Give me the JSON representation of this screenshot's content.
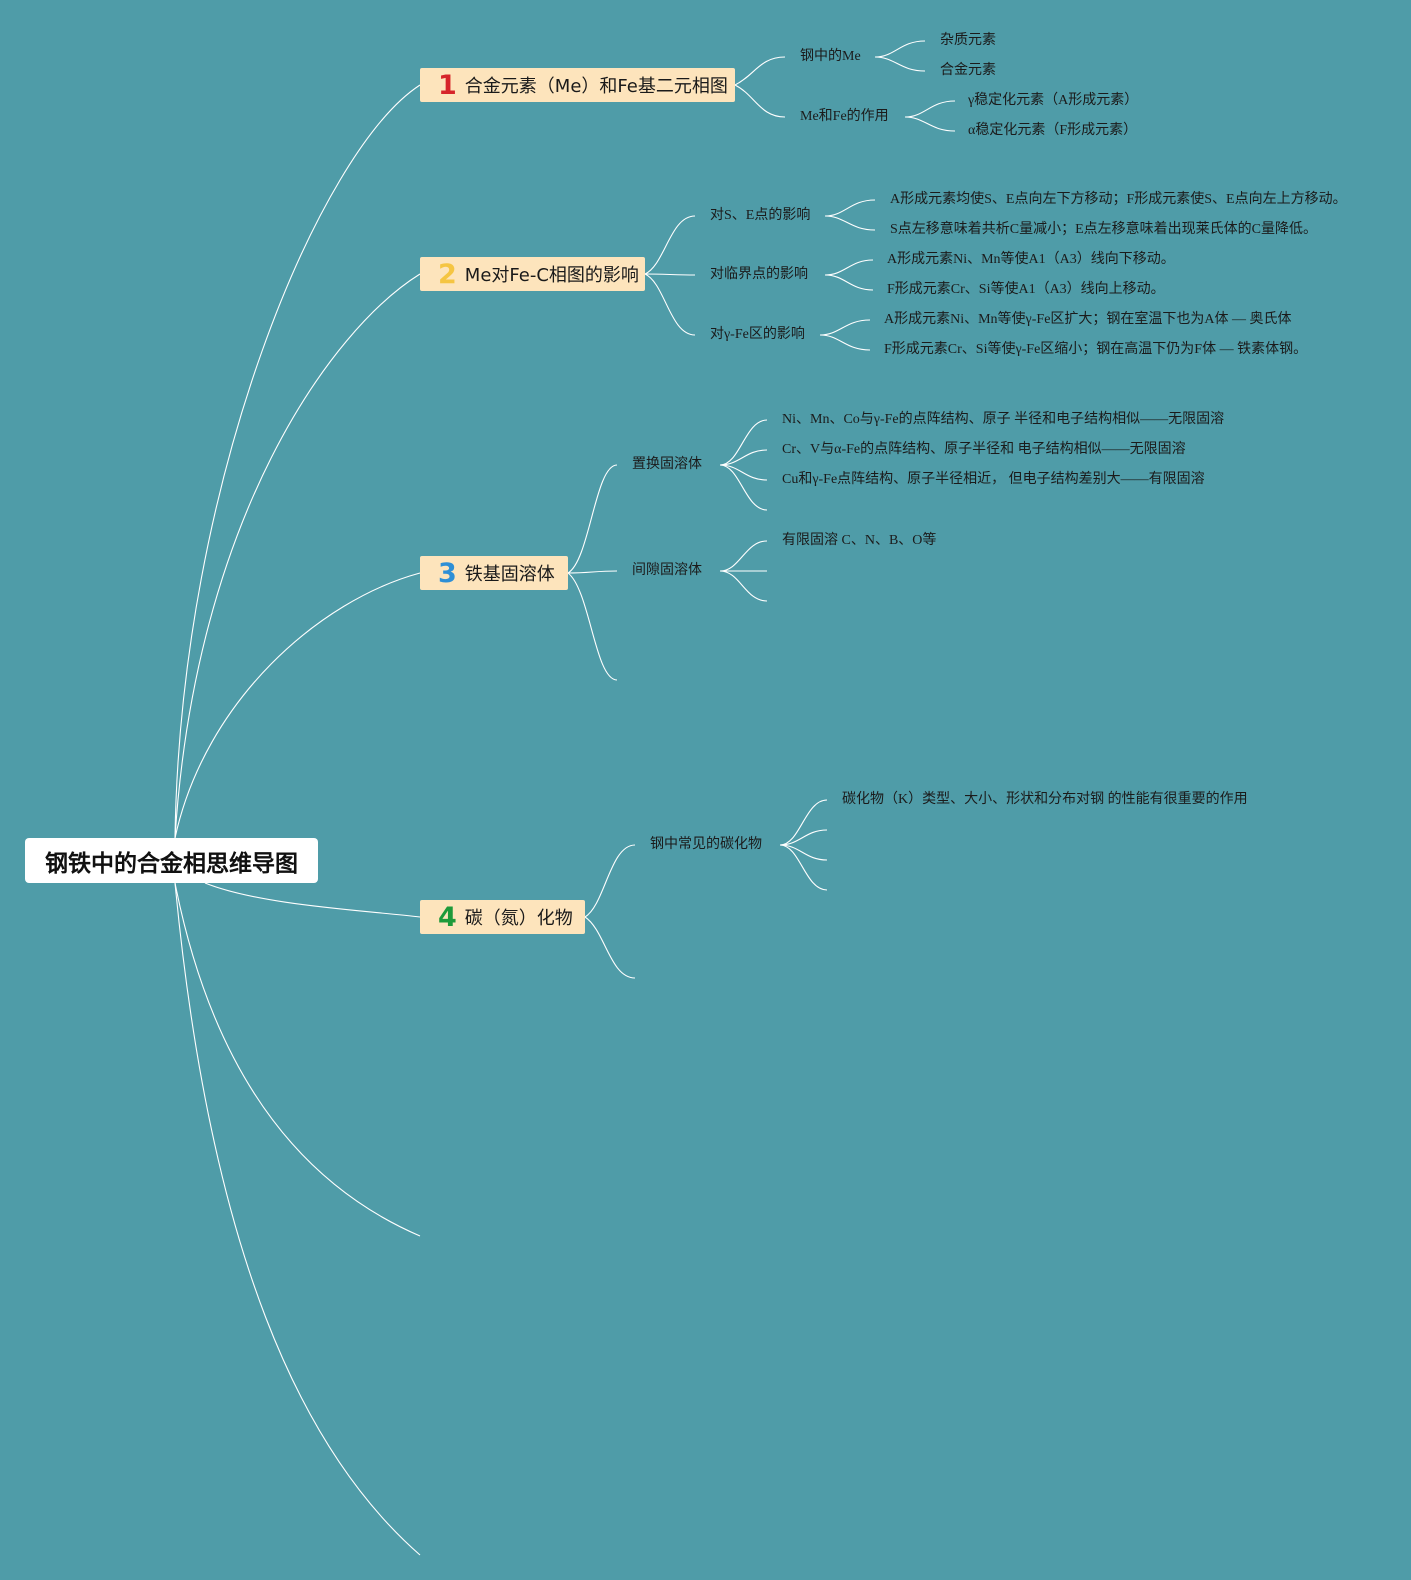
{
  "root": {
    "title": "钢铁中的合金相思维导图"
  },
  "colors": {
    "background": "#4f9ca8",
    "line": "#ffffff",
    "branch_fill": "#fde4bc",
    "num1": "#d6242a",
    "num2": "#f5c542",
    "num3": "#2e8fd6",
    "num4": "#1e9a3a"
  },
  "branches": [
    {
      "num": "1",
      "title": "合金元素（Me）和Fe基二元相图",
      "subs": [
        {
          "label": "钢中的Me",
          "leaves": [
            "杂质元素",
            "合金元素"
          ]
        },
        {
          "label": "Me和Fe的作用",
          "leaves": [
            "γ稳定化元素（A形成元素）",
            "α稳定化元素（F形成元素）"
          ]
        }
      ]
    },
    {
      "num": "2",
      "title": "Me对Fe-C相图的影响",
      "subs": [
        {
          "label": "对S、E点的影响",
          "leaves": [
            "A形成元素均使S、E点向左下方移动；F形成元素使S、E点向左上方移动。",
            "S点左移意味着共析C量减小；E点左移意味着出现莱氏体的C量降低。"
          ]
        },
        {
          "label": "对临界点的影响",
          "leaves": [
            "A形成元素Ni、Mn等使A1（A3）线向下移动。",
            "F形成元素Cr、Si等使A1（A3）线向上移动。"
          ]
        },
        {
          "label": "对γ-Fe区的影响",
          "leaves": [
            "A形成元素Ni、Mn等使γ-Fe区扩大；钢在室温下也为A体 — 奥氏体",
            "F形成元素Cr、Si等使γ-Fe区缩小；钢在高温下仍为F体 — 铁素体钢。"
          ]
        }
      ]
    },
    {
      "num": "3",
      "title": "铁基固溶体",
      "subs": [
        {
          "label": "置换固溶体",
          "leaves": [
            "Ni、Mn、Co与γ-Fe的点阵结构、原子 半径和电子结构相似——无限固溶",
            "Cr、V与α-Fe的点阵结构、原子半径和 电子结构相似——无限固溶",
            "Cu和γ-Fe点阵结构、原子半径相近， 但电子结构差别大——有限固溶"
          ]
        },
        {
          "label": "间隙固溶体",
          "leaves": [
            "有限固溶 C、N、B、O等"
          ]
        }
      ]
    },
    {
      "num": "4",
      "title": "碳（氮）化物",
      "subs": [
        {
          "label": "钢中常见的碳化物",
          "leaves": [
            "碳化物（K）类型、大小、形状和分布对钢 的性能有很重要的作用"
          ]
        }
      ]
    }
  ]
}
